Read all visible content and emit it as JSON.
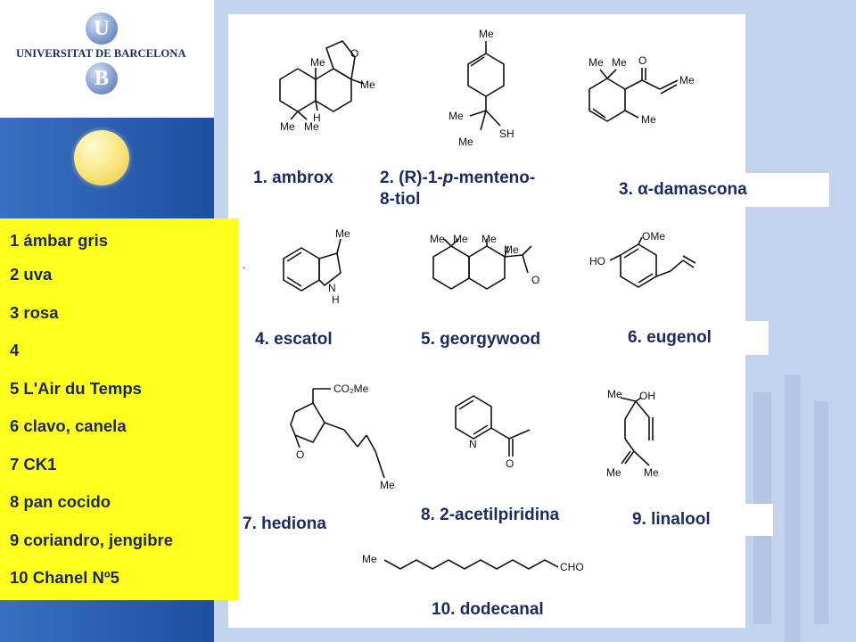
{
  "logo": {
    "u_letter": "U",
    "b_letter": "B",
    "name": "UNIVERSITAT DE BARCELONA"
  },
  "labels": {
    "c1": "1. ambrox",
    "c2_line1": "2. (R)-1-",
    "c2_italic": "p",
    "c2_line1b": "-menteno-",
    "c2_line2": "8-tiol",
    "c3": "3. α-damascona",
    "c4": "4. escatol",
    "c5": "5. georgywood",
    "c6": "6. eugenol",
    "c7": "7. hediona",
    "c8": "8. 2-acetilpiridina",
    "c9": "9. linalool",
    "c10": "10. dodecanal"
  },
  "legend": [
    "1 ámbar gris",
    "2 uva",
    "3 rosa",
    "4",
    "5 L'Air du Temps",
    "6 clavo, canela",
    "7 CK1",
    "8 pan cocido",
    "9 coriandro, jengibre",
    "10 Chanel Nº5"
  ],
  "chem_text": {
    "me": "Me",
    "h": "H",
    "o": "O",
    "sh": "SH",
    "n": "N",
    "ho": "HO",
    "ome": "OMe",
    "oh": "OH",
    "co2me": "CO₂Me",
    "cho": "CHO"
  },
  "colors": {
    "label_text": "#1e2a5e",
    "legend_bg": "#ffff1e",
    "sidebar": "#2a5cae",
    "background": "#c5d2ee"
  }
}
